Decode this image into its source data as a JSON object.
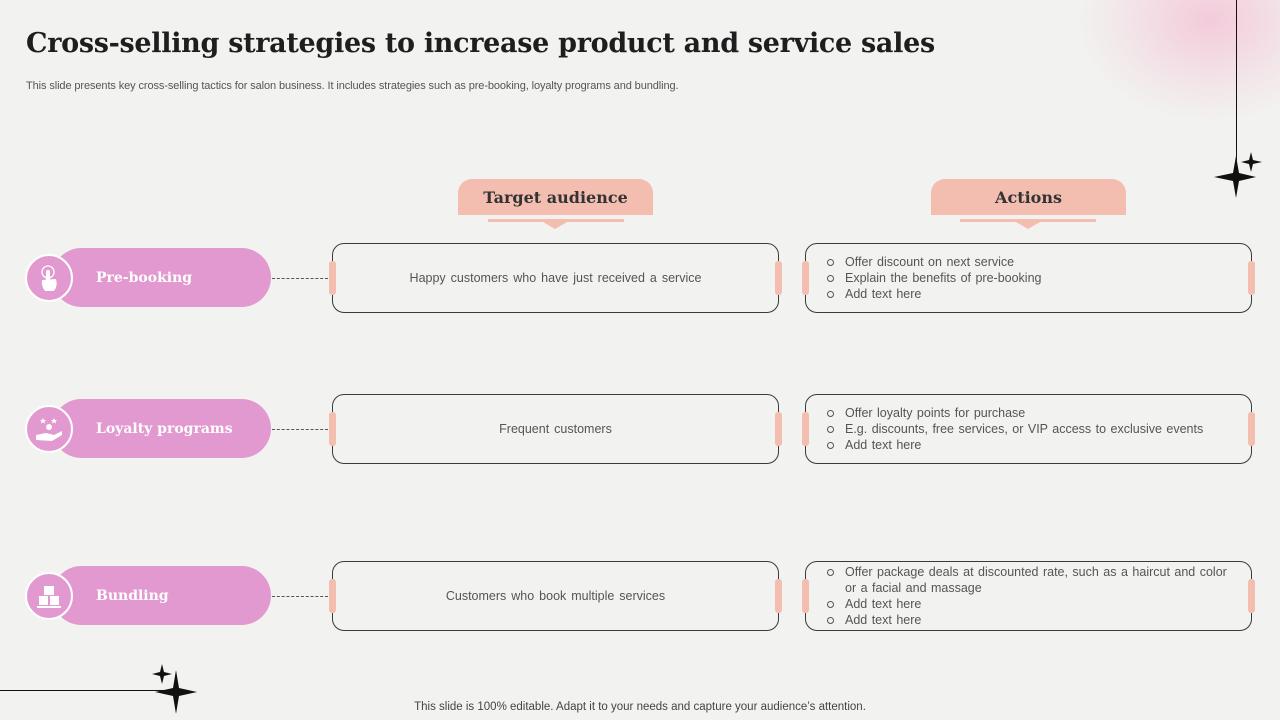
{
  "title": "Cross-selling strategies to increase product and service sales",
  "subtitle": "This slide presents key cross-selling tactics for salon business. It includes strategies such as pre-booking, loyalty programs and bundling.",
  "columns": {
    "audience": "Target audience",
    "actions": "Actions"
  },
  "rows": [
    {
      "label": "Pre-booking",
      "icon": "hand-pointer-icon",
      "audience": "Happy customers who have just received a service",
      "actions": [
        "Offer discount on next service",
        "Explain the benefits of pre-booking",
        "Add text here"
      ]
    },
    {
      "label": "Loyalty programs",
      "icon": "hand-star-icon",
      "audience": "Frequent customers",
      "actions": [
        "Offer loyalty points for purchase",
        "E.g. discounts, free services, or VIP access to exclusive events",
        "Add text here"
      ]
    },
    {
      "label": "Bundling",
      "icon": "package-icon",
      "audience": "Customers who book multiple services",
      "actions": [
        "Offer package deals at discounted rate, such as a haircut and color or a facial and massage",
        "Add text here",
        "Add text here"
      ]
    }
  ],
  "footer": "This slide is 100% editable. Adapt it to your needs and capture your audience’s attention.",
  "colors": {
    "pill": "#e299d0",
    "accent": "#f3beaf",
    "background": "#f2f2f0",
    "title": "#1e1e1e"
  }
}
